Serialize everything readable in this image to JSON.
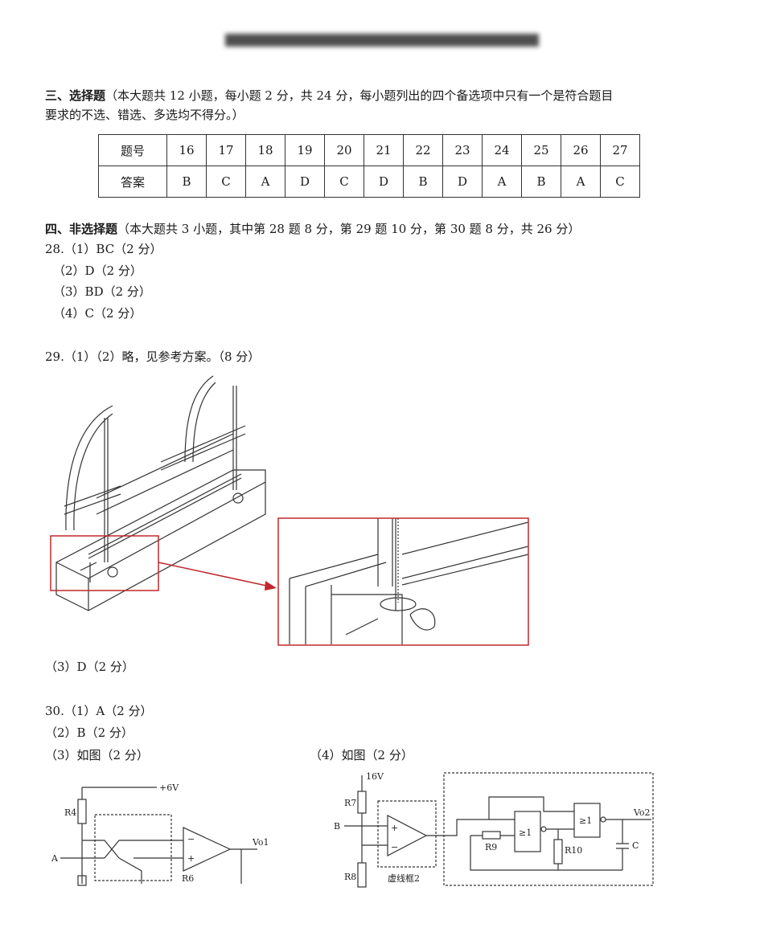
{
  "section3": {
    "heading": "三、选择题",
    "desc_line1": "（本大题共 12 小题，每小题 2 分，共 24 分，每小题列出的四个备选项中只有一个是符合题目",
    "desc_line2": "要求的不选、错选、多选均不得分。）"
  },
  "answer_table": {
    "row_labels": [
      "题号",
      "答案"
    ],
    "numbers": [
      "16",
      "17",
      "18",
      "19",
      "20",
      "21",
      "22",
      "23",
      "24",
      "25",
      "26",
      "27"
    ],
    "answers": [
      "B",
      "C",
      "A",
      "D",
      "C",
      "D",
      "B",
      "D",
      "A",
      "B",
      "A",
      "C"
    ]
  },
  "section4": {
    "heading": "四、非选择题",
    "desc": "（本大题共 3 小题，其中第 28 题 8 分，第 29 题 10 分，第 30 题 8 分，共 26 分）"
  },
  "q28": [
    "28.（1）BC（2 分）",
    "（2）D（2 分）",
    "（3）BD（2 分）",
    "（4）C（2 分）"
  ],
  "q29": {
    "line1": "29.（1）（2）略，见参考方案。（8 分）",
    "line3": "（3）D（2 分）"
  },
  "q30": [
    "30.（1）A（2 分）",
    "（2）B（2 分）",
    "（3）如图（2 分）",
    "（4）如图（2 分）"
  ],
  "circuit1": {
    "labels": {
      "supply": "+6V",
      "r4": "R4",
      "input": "A",
      "output": "Vo1",
      "r6": "R6"
    }
  },
  "circuit2": {
    "labels": {
      "supply": "16V",
      "r7": "R7",
      "input": "B",
      "r8": "R8",
      "box": "虚线框2",
      "gate1": "≥1",
      "gate2": "≥1",
      "output": "Vo2",
      "r9": "R9",
      "r10": "R10",
      "cap": "C"
    }
  },
  "colors": {
    "highlight_box": "#c0282d"
  }
}
